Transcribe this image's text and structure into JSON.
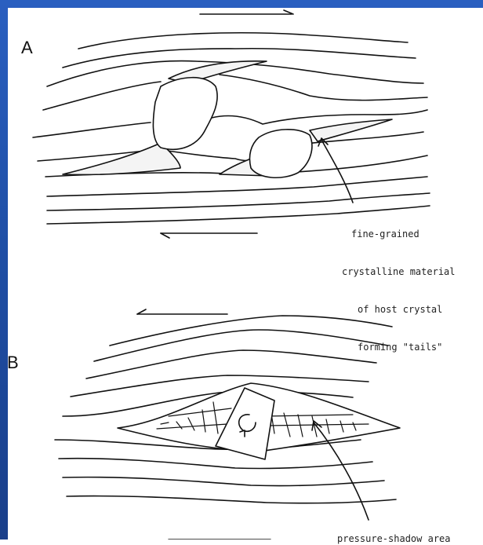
{
  "panels": [
    {
      "label": "A"
    },
    {
      "label": "B"
    }
  ],
  "annotations": {
    "tails_line1": "fine-grained",
    "tails_line2": "crystalline material",
    "tails_line3": "of host crystal",
    "tails_line4": "forming \"tails\"",
    "pressure_shadow": "pressure-shadow area"
  },
  "colors": {
    "frame": "#1f4fa6",
    "paper": "#ffffff",
    "ink": "#111111"
  }
}
